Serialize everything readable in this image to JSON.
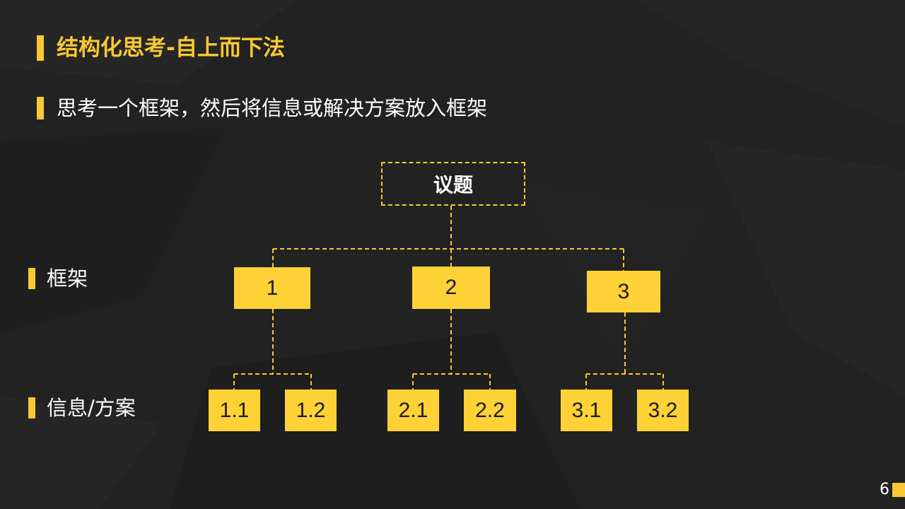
{
  "title": "结构化思考-自上而下法",
  "subtitle": "思考一个框架，然后将信息或解决方案放入框架",
  "labels": {
    "framework": "框架",
    "info": "信息/方案"
  },
  "tree": {
    "root": "议题",
    "children": [
      {
        "label": "1",
        "children": [
          "1.1",
          "1.2"
        ]
      },
      {
        "label": "2",
        "children": [
          "2.1",
          "2.2"
        ]
      },
      {
        "label": "3",
        "children": [
          "3.1",
          "3.2"
        ]
      }
    ]
  },
  "page_number": "6",
  "colors": {
    "accent": "#f9c933",
    "node_fill": "#fed236",
    "background": "#222222",
    "text": "#ffffff"
  }
}
